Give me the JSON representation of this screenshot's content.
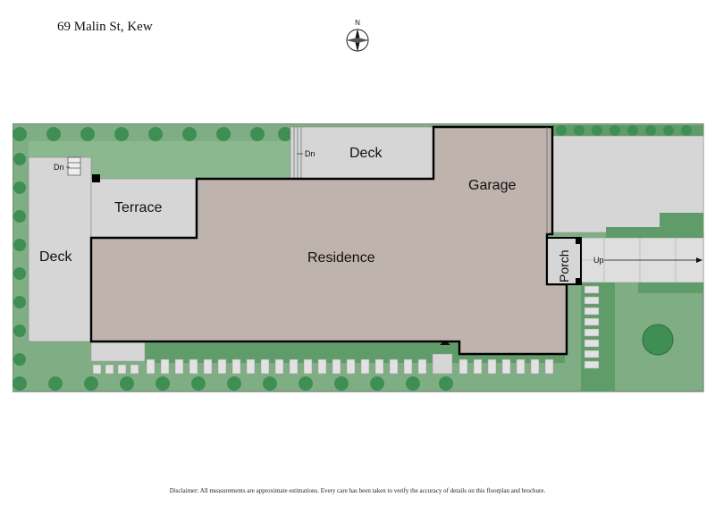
{
  "header": {
    "address": "69 Malin St, Kew",
    "compass_label": "N"
  },
  "rooms": {
    "deck_top": "Deck",
    "deck_left": "Deck",
    "terrace": "Terrace",
    "garage": "Garage",
    "residence": "Residence",
    "porch": "Porch"
  },
  "markers": {
    "dn_left": "Dn",
    "dn_top": "Dn",
    "up_right": "Up"
  },
  "footer": {
    "disclaimer": "Disclaimer: All measurements are approximate estimations. Every care has been taken to verify the accuracy of details on this floorplan and brochure."
  },
  "colors": {
    "lawn": "#7fae85",
    "paving": "#d6d6d6",
    "interior": "#bfb3ad",
    "tree": "#3f8f55",
    "wall": "#000000"
  }
}
